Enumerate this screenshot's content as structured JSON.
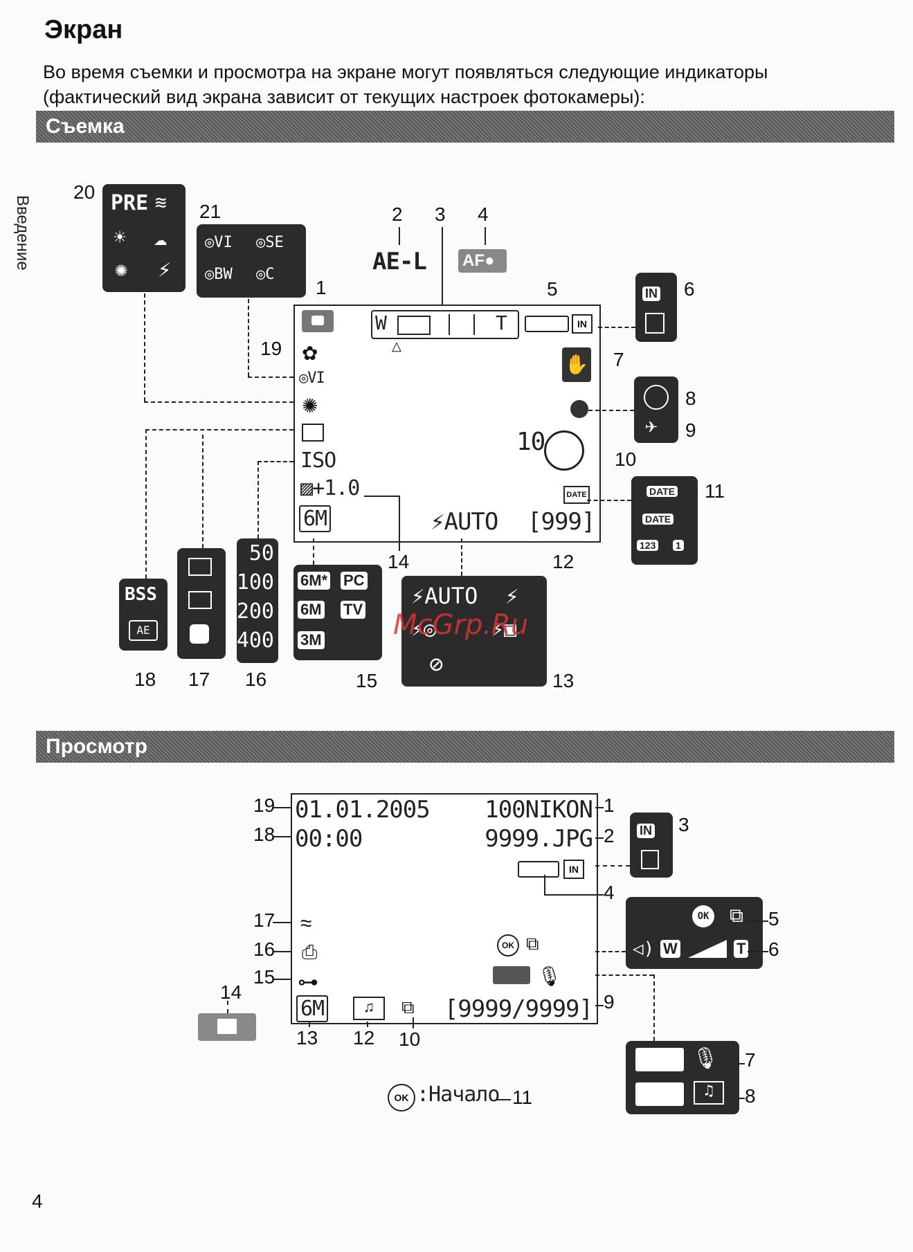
{
  "page": {
    "title": "Экран",
    "intro": "Во время съемки и просмотра на экране могут появляться следующие индикаторы (фактический вид экрана зависит от текущих настроек фотокамеры):",
    "side_label": "Введение",
    "page_number": "4",
    "watermark": "McGrp.Ru"
  },
  "shooting": {
    "heading": "Съемка",
    "callouts": [
      "1",
      "2",
      "3",
      "4",
      "5",
      "6",
      "7",
      "8",
      "9",
      "10",
      "11",
      "12",
      "13",
      "14",
      "15",
      "16",
      "17",
      "18",
      "19",
      "20",
      "21"
    ],
    "screen": {
      "zoom_w": "W",
      "zoom_t": "T",
      "ael": "AE-L",
      "af": "AF",
      "memory": "IN",
      "timer_value": "10",
      "iso": "ISO",
      "exposure": "+1.0",
      "image_size": "6M",
      "flash": "AUTO",
      "frames": "[999]",
      "date": "DATE"
    },
    "panel20": [
      "PRE"
    ],
    "panel21": [
      "VI",
      "SE",
      "BW",
      "C"
    ],
    "panel6": [
      "IN"
    ],
    "panel11": [
      "DATE",
      "DATE",
      "1"
    ],
    "panel13": [
      "AUTO"
    ],
    "panel15": [
      "6M*",
      "PC",
      "6M",
      "TV",
      "3M"
    ],
    "panel16": [
      "50",
      "100",
      "200",
      "400"
    ],
    "panel18": [
      "BSS",
      "AE"
    ]
  },
  "playback": {
    "heading": "Просмотр",
    "callouts": [
      "1",
      "2",
      "3",
      "4",
      "5",
      "6",
      "7",
      "8",
      "9",
      "10",
      "11",
      "12",
      "13",
      "14",
      "15",
      "16",
      "17",
      "18",
      "19"
    ],
    "screen": {
      "date": "01.01.2005",
      "time": "00:00",
      "folder": "100NIKON",
      "file": "9999.JPG",
      "memory": "IN",
      "image_size": "6M",
      "frames": "[9999/9999]",
      "ok": "OK"
    },
    "panel3": [
      "IN"
    ],
    "panel56": [
      "OK",
      "W",
      "T"
    ],
    "start_ok": "OK",
    "start_label": ":Начало"
  }
}
